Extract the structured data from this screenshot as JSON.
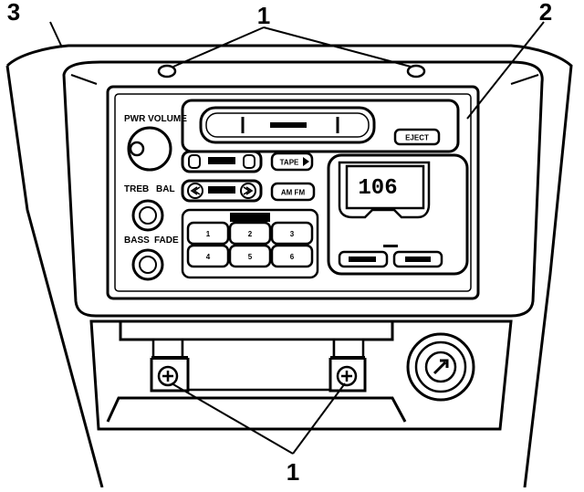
{
  "callouts": {
    "top_screws": "1",
    "bottom_screws": "1",
    "radio": "2",
    "trim_panel": "3"
  },
  "radio": {
    "power_volume_label": "PWR VOLUME",
    "treble_label": "TREB",
    "balance_label": "BAL",
    "bass_label": "BASS",
    "fade_label": "FADE",
    "tape_button": "TAPE",
    "am_fm_button": "AM FM",
    "eject_button": "EJECT",
    "display_frequency": "106",
    "presets": [
      "1",
      "2",
      "3",
      "4",
      "5",
      "6"
    ]
  }
}
